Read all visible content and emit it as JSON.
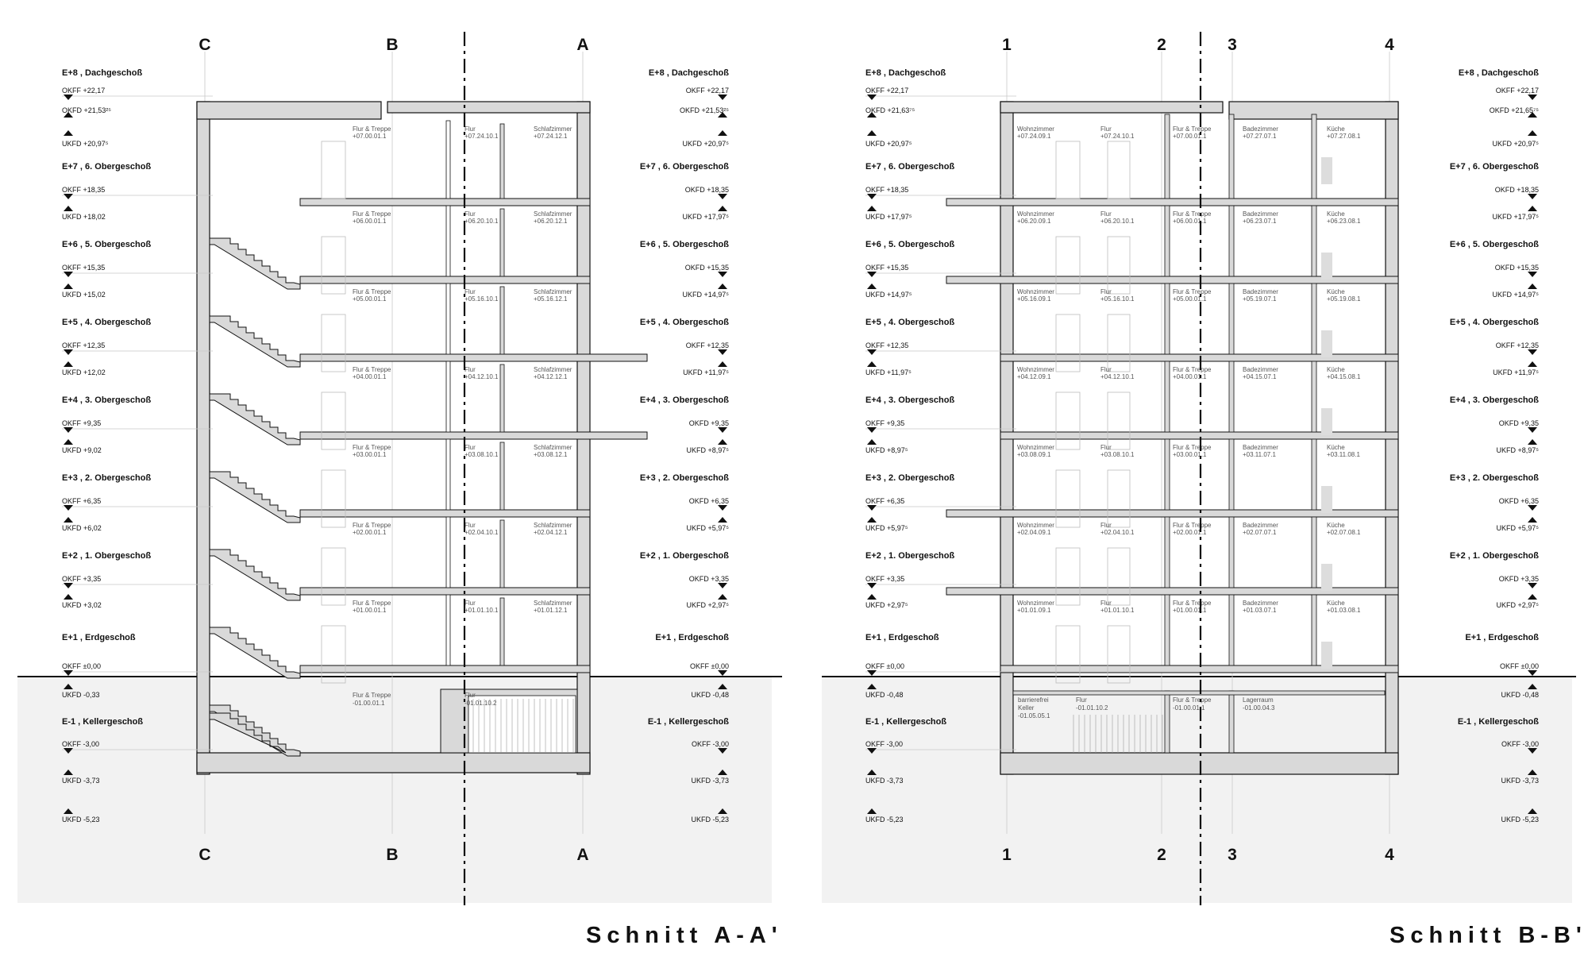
{
  "sections": [
    {
      "id": "aa",
      "title": "Schnitt A-A'",
      "grid_labels": [
        "C",
        "B",
        "A"
      ],
      "left_levels": [
        {
          "name": "E+8 , Dachgeschoß",
          "okff": "OKFF +22,17",
          "ukfd": "OKFD +21,53²⁵"
        },
        {
          "name": "E+7 , 6. Obergeschoß",
          "okff": "OKFF +18,35",
          "ukfd": "UKFD +18,02"
        },
        {
          "name": "E+6 , 5. Obergeschoß",
          "okff": "OKFF +15,35",
          "ukfd": "UKFD +15,02"
        },
        {
          "name": "E+5 , 4. Obergeschoß",
          "okff": "OKFF +12,35",
          "ukfd": "UKFD +12,02"
        },
        {
          "name": "E+4 , 3. Obergeschoß",
          "okff": "OKFF +9,35",
          "ukfd": "UKFD +9,02"
        },
        {
          "name": "E+3 , 2. Obergeschoß",
          "okff": "OKFF +6,35",
          "ukfd": "UKFD +6,02"
        },
        {
          "name": "E+2 , 1. Obergeschoß",
          "okff": "OKFF +3,35",
          "ukfd": "UKFD +3,02"
        },
        {
          "name": "E+1 , Erdgeschoß",
          "okff": "OKFF ±0,00",
          "ukfd": "UKFD -0,33"
        },
        {
          "name": "E-1 , Kellergeschoß",
          "okff": "OKFF -3,00",
          "ukfd": "UKFD -3,73"
        }
      ],
      "left_top_ukfd": "UKFD +20,97⁵",
      "left_bottom": "UKFD -5,23",
      "right_levels": [
        {
          "name": "E+8 , Dachgeschoß",
          "okff": "OKFF +22,17",
          "ukfd": "OKFD +21,53²⁵"
        },
        {
          "name": "E+7 , 6. Obergeschoß",
          "okff": "OKFD +18,35",
          "ukfd": "UKFD +17,97⁵"
        },
        {
          "name": "E+6 , 5. Obergeschoß",
          "okff": "OKFD +15,35",
          "ukfd": "UKFD +14,97⁵"
        },
        {
          "name": "E+5 , 4. Obergeschoß",
          "okff": "OKFF +12,35",
          "ukfd": "UKFD +11,97⁵"
        },
        {
          "name": "E+4 , 3. Obergeschoß",
          "okff": "OKFD +9,35",
          "ukfd": "UKFD +8,97⁵"
        },
        {
          "name": "E+3 , 2. Obergeschoß",
          "okff": "OKFD +6,35",
          "ukfd": "UKFD +5,97⁵"
        },
        {
          "name": "E+2 , 1. Obergeschoß",
          "okff": "OKFD +3,35",
          "ukfd": "UKFD +2,97⁵"
        },
        {
          "name": "E+1 , Erdgeschoß",
          "okff": "OKFF ±0,00",
          "ukfd": "UKFD -0,48"
        },
        {
          "name": "E-1 , Kellergeschoß",
          "okff": "OKFF -3,00",
          "ukfd": "UKFD -3,73"
        }
      ],
      "right_top_ukfd": "UKFD +20,97⁵",
      "right_bottom": "UKFD -5,23",
      "room_columns": [
        {
          "name": "Flur & Treppe",
          "codes": [
            "+07.00.01.1",
            "+06.00.01.1",
            "+05.00.01.1",
            "+04.00.01.1",
            "+03.00.01.1",
            "+02.00.01.1",
            "+01.00.01.1",
            "-01.00.01.1"
          ]
        },
        {
          "name": "Flur",
          "codes": [
            "+07.24.10.1",
            "+06.20.10.1",
            "+05.16.10.1",
            "+04.12.10.1",
            "+03.08.10.1",
            "+02.04.10.1",
            "+01.01.10.1",
            "-01.01.10.2"
          ]
        },
        {
          "name": "Schlafzimmer",
          "codes": [
            "+07.24.12.1",
            "+06.20.12.1",
            "+05.16.12.1",
            "+04.12.12.1",
            "+03.08.12.1",
            "+02.04.12.1",
            "+01.01.12.1"
          ]
        }
      ]
    },
    {
      "id": "bb",
      "title": "Schnitt B-B'",
      "grid_labels": [
        "1",
        "2",
        "3",
        "4"
      ],
      "left_levels": [
        {
          "name": "E+8 , Dachgeschoß",
          "okff": "OKFF +22,17",
          "ukfd": "OKFD +21,63⁷⁵"
        },
        {
          "name": "E+7 , 6. Obergeschoß",
          "okff": "OKFF +18,35",
          "ukfd": "UKFD +17,97⁵"
        },
        {
          "name": "E+6 , 5. Obergeschoß",
          "okff": "OKFF +15,35",
          "ukfd": "UKFD +14,97⁵"
        },
        {
          "name": "E+5 , 4. Obergeschoß",
          "okff": "OKFF +12,35",
          "ukfd": "UKFD +11,97⁵"
        },
        {
          "name": "E+4 , 3. Obergeschoß",
          "okff": "OKFF +9,35",
          "ukfd": "UKFD +8,97⁵"
        },
        {
          "name": "E+3 , 2. Obergeschoß",
          "okff": "OKFF +6,35",
          "ukfd": "UKFD +5,97⁵"
        },
        {
          "name": "E+2 , 1. Obergeschoß",
          "okff": "OKFF +3,35",
          "ukfd": "UKFD +2,97⁵"
        },
        {
          "name": "E+1 , Erdgeschoß",
          "okff": "OKFF ±0,00",
          "ukfd": "UKFD -0,48"
        },
        {
          "name": "E-1 , Kellergeschoß",
          "okff": "OKFF -3,00",
          "ukfd": "UKFD -3,73"
        }
      ],
      "left_top_ukfd": "UKFD +20,97⁵",
      "left_bottom": "UKFD -5,23",
      "right_levels": [
        {
          "name": "E+8 , Dachgeschoß",
          "okff": "OKFF +22,17",
          "ukfd": "OKFD +21,65⁷⁵"
        },
        {
          "name": "E+7 , 6. Obergeschoß",
          "okff": "OKFD +18,35",
          "ukfd": "UKFD +17,97⁵"
        },
        {
          "name": "E+6 , 5. Obergeschoß",
          "okff": "OKFD +15,35",
          "ukfd": "UKFD +14,97⁵"
        },
        {
          "name": "E+5 , 4. Obergeschoß",
          "okff": "OKFF +12,35",
          "ukfd": "UKFD +11,97⁵"
        },
        {
          "name": "E+4 , 3. Obergeschoß",
          "okff": "OKFD +9,35",
          "ukfd": "UKFD +8,97⁵"
        },
        {
          "name": "E+3 , 2. Obergeschoß",
          "okff": "OKFD +6,35",
          "ukfd": "UKFD +5,97⁵"
        },
        {
          "name": "E+2 , 1. Obergeschoß",
          "okff": "OKFD +3,35",
          "ukfd": "UKFD +2,97⁵"
        },
        {
          "name": "E+1 , Erdgeschoß",
          "okff": "OKFF ±0,00",
          "ukfd": "UKFD -0,48"
        },
        {
          "name": "E-1 , Kellergeschoß",
          "okff": "OKFF -3,00",
          "ukfd": "UKFD -3,73"
        }
      ],
      "right_top_ukfd": "UKFD +20,97⁵",
      "right_bottom": "UKFD -5,23",
      "room_columns": [
        {
          "name": "Wohnzimmer",
          "codes": [
            "+07.24.09.1",
            "+06.20.09.1",
            "+05.16.09.1",
            "+04.12.09.1",
            "+03.08.09.1",
            "+02.04.09.1",
            "+01.01.09.1"
          ]
        },
        {
          "name": "Flur",
          "codes": [
            "+07.24.10.1",
            "+06.20.10.1",
            "+05.16.10.1",
            "+04.12.10.1",
            "+03.08.10.1",
            "+02.04.10.1",
            "+01.01.10.1"
          ]
        },
        {
          "name": "Flur & Treppe",
          "codes": [
            "+07.00.01.1",
            "+06.00.01.1",
            "+05.00.01.1",
            "+04.00.01.1",
            "+03.00.01.1",
            "+02.00.01.1",
            "+01.00.01.1",
            "-01.00.01.1"
          ]
        },
        {
          "name": "Badezimmer",
          "codes": [
            "+07.27.07.1",
            "+06.23.07.1",
            "+05.19.07.1",
            "+04.15.07.1",
            "+03.11.07.1",
            "+02.07.07.1",
            "+01.03.07.1"
          ]
        },
        {
          "name": "Küche",
          "codes": [
            "+07.27.08.1",
            "+06.23.08.1",
            "+05.19.08.1",
            "+04.15.08.1",
            "+03.11.08.1",
            "+02.07.08.1",
            "+01.03.08.1"
          ]
        }
      ],
      "basement_rooms": [
        {
          "name": "barrierefrei",
          "sub": "Keller",
          "code": "-01.05.05.1"
        },
        {
          "name": "Flur",
          "code": "-01.01.10.2"
        },
        {
          "name": "Lagerraum",
          "code": "-01.00.04.3"
        }
      ]
    }
  ],
  "colors": {
    "concrete": "#d9d9d9",
    "ground": "#f2f2f2",
    "line": "#1a1a1a",
    "grid": "#c8c8c8"
  }
}
